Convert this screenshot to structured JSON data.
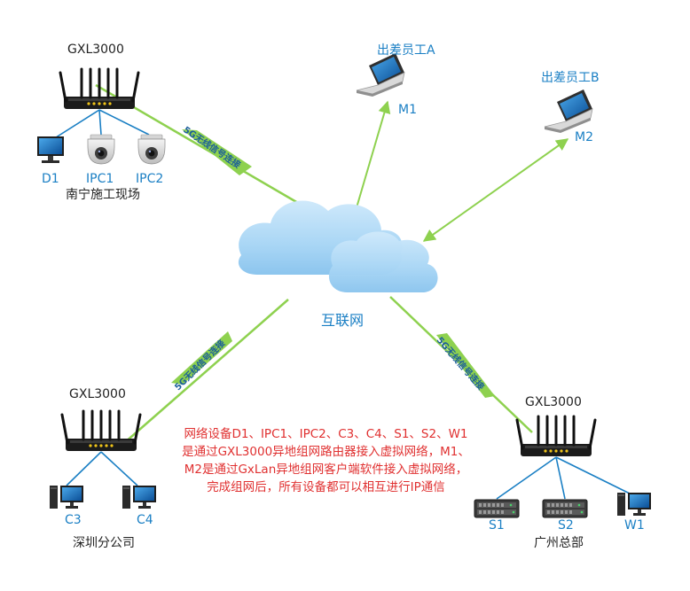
{
  "internet": {
    "label": "互联网"
  },
  "sites": {
    "nanning": {
      "router": "GXL3000",
      "site": "南宁施工现场",
      "devices": [
        "D1",
        "IPC1",
        "IPC2"
      ]
    },
    "shenzhen": {
      "router": "GXL3000",
      "site": "深圳分公司",
      "devices": [
        "C3",
        "C4"
      ]
    },
    "guangzhou": {
      "router": "GXL3000",
      "site": "广州总部",
      "devices": [
        "S1",
        "S2",
        "W1"
      ]
    }
  },
  "remote": {
    "a": {
      "title": "出差员工A",
      "id": "M1"
    },
    "b": {
      "title": "出差员工B",
      "id": "M2"
    }
  },
  "links": {
    "label_5g": "5G无线信号连接"
  },
  "note": "网络设备D1、IPC1、IPC2、C3、C4、S1、S2、W1是通过GXL3000异地组网路由器接入虚拟网络，M1、M2是通过GxLan异地组网客户端软件接入虚拟网络，完成组网后，所有设备都可以相互进行IP通信",
  "colors": {
    "link_green": "#8ed14f",
    "accent_blue": "#1a7fc4",
    "note_red": "#e03030"
  },
  "icons": [
    "router-icon",
    "cloud-icon",
    "laptop-icon",
    "monitor-icon",
    "dome-camera-icon",
    "desktop-pc-icon",
    "server-icon"
  ]
}
